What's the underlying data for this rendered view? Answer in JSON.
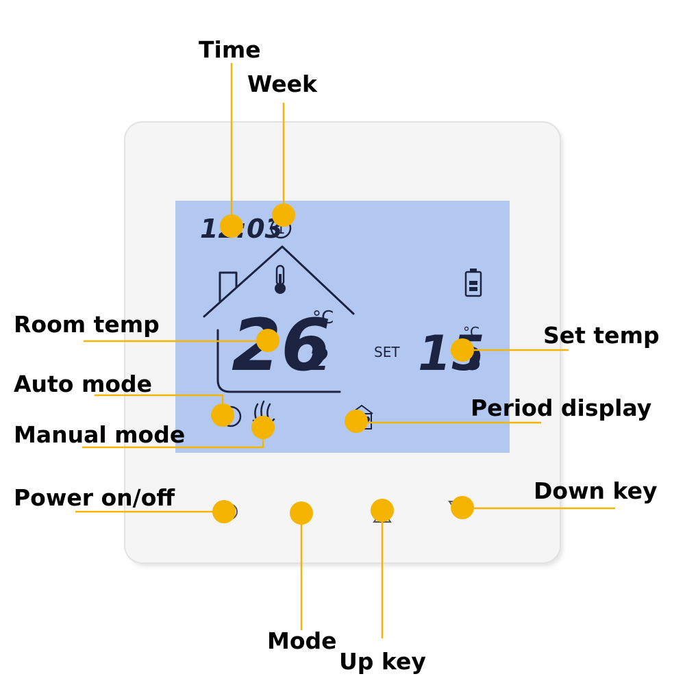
{
  "lcd": {
    "time": "12:03",
    "week_day": "1",
    "room_temp_main": "26",
    "room_temp_decimal": "2",
    "room_temp_unit": "°C",
    "set_label": "SET",
    "set_temp_main": "15",
    "set_temp_decimal": "5",
    "set_temp_unit": "°C"
  },
  "callouts": {
    "time": "Time",
    "week": "Week",
    "room_temp": "Room temp",
    "set_temp": "Set temp",
    "auto_mode": "Auto mode",
    "manual_mode": "Manual mode",
    "period_display": "Period display",
    "power": "Power on/off",
    "down_key": "Down key",
    "mode": "Mode",
    "up_key": "Up key"
  },
  "colors": {
    "accent": "#F5B400",
    "lcd_bg": "#B3C8F0",
    "lcd_ink": "#1c2340",
    "panel": "#f4f4f4"
  }
}
